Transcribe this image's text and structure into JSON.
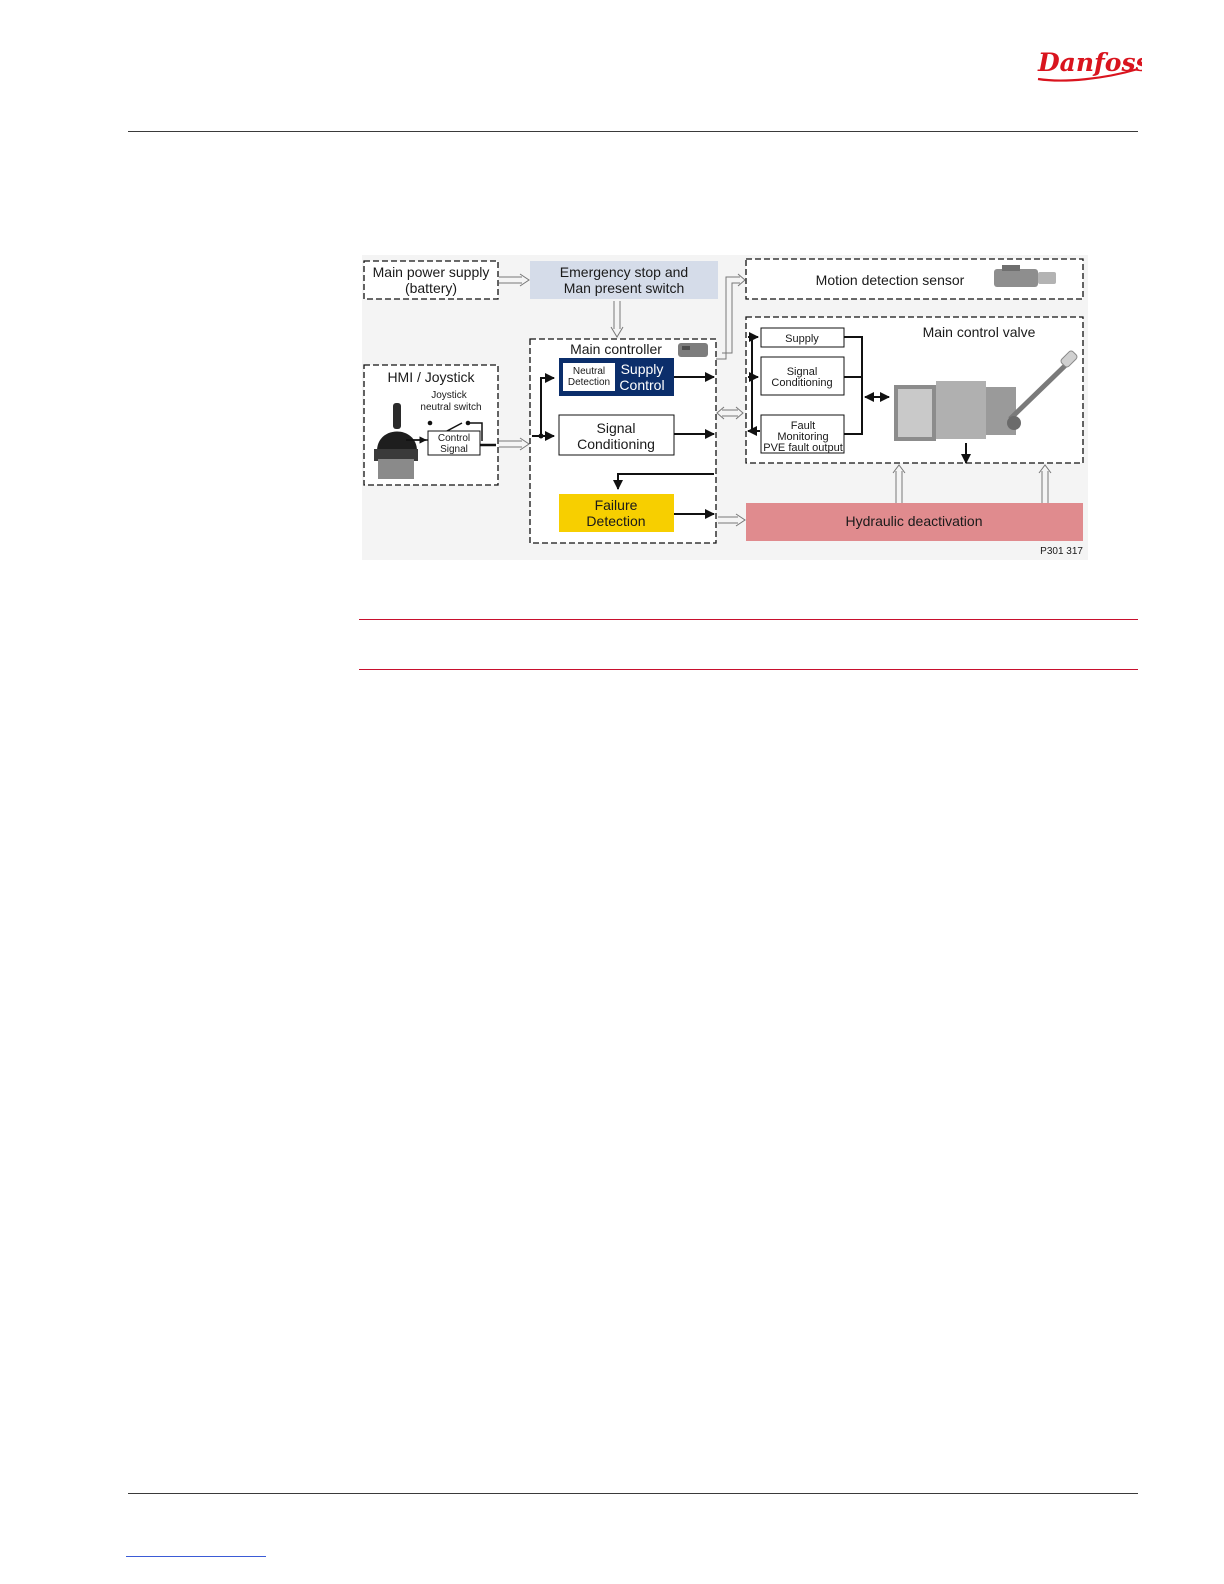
{
  "header": {
    "brand_logo_text": "Danfoss"
  },
  "figure": {
    "blocks": {
      "main_power": [
        "Main power supply",
        "(battery)"
      ],
      "emergency_stop": [
        "Emergency stop and",
        "Man present switch"
      ],
      "motion_sensor": "Motion detection sensor",
      "hmi_title": "HMI / Joystick",
      "joystick_switch": [
        "Joystick",
        "neutral switch"
      ],
      "control_signal": [
        "Control",
        "Signal"
      ],
      "main_controller": "Main controller",
      "neutral_detection": [
        "Neutral",
        "Detection"
      ],
      "supply_control": [
        "Supply",
        "Control"
      ],
      "signal_conditioning": [
        "Signal",
        "Conditioning"
      ],
      "failure_detection": [
        "Failure",
        "Detection"
      ],
      "main_control_valve": "Main control valve",
      "valve_supply": "Supply",
      "valve_signal_conditioning": [
        "Signal",
        "Conditioning"
      ],
      "fault_monitoring": [
        "Fault",
        "Monitoring",
        "PVE fault output"
      ],
      "hydraulic_deactivation": "Hydraulic deactivation"
    },
    "figure_code": "P301 317",
    "colors": {
      "emergency_fill": "#d5dce9",
      "supply_control_fill": "#0b2e6b",
      "failure_fill": "#f7cf00",
      "hydraulic_fill": "#e08b8e",
      "brand_red": "#d9141e",
      "red_rule": "#c8102e"
    }
  }
}
